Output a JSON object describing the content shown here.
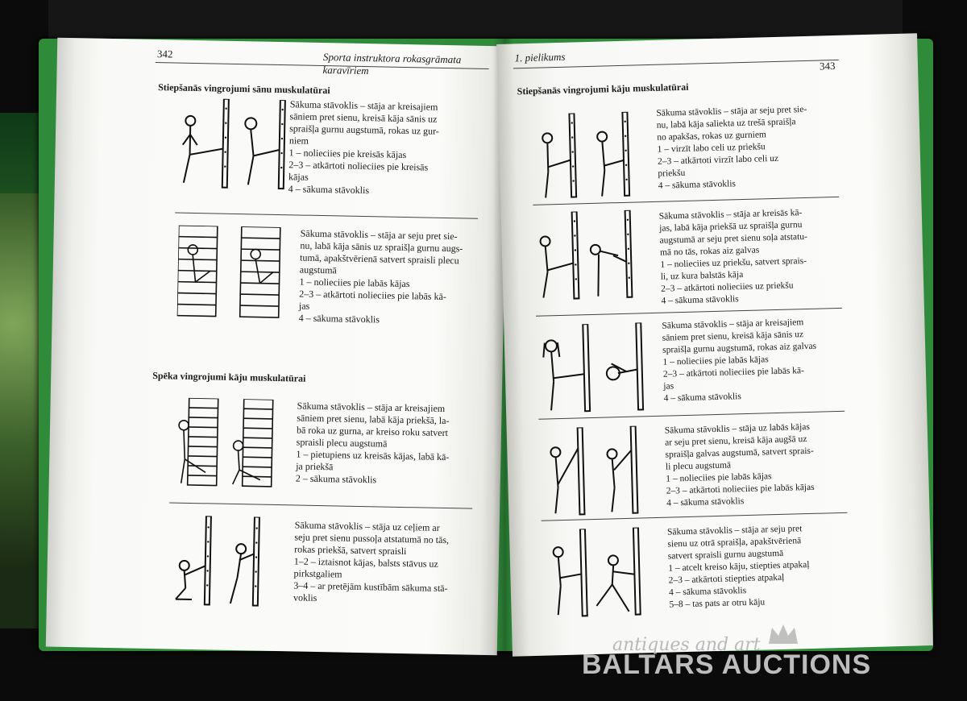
{
  "left_page": {
    "page_number": "342",
    "running_head": "Sporta instruktora rokasgrāmata karavīriem",
    "section1_heading": "Stiepšanās vingrojumi sānu muskulatūrai",
    "section2_heading": "Spēka vingrojumi kāju muskulatūrai",
    "exercises": [
      {
        "text": "Sākuma stāvoklis – stāja ar kreisajiem\nsāniem pret sienu, kreisā kāja sānis uz\nspraišļa gurnu augstumā, rokas uz gur-\nniem\n1 – nolieciies pie kreisās kājas\n2–3 – atkārtoti nolieciies pie kreisās\n        kājas\n4 – sākuma stāvoklis"
      },
      {
        "text": "Sākuma stāvoklis – stāja ar seju pret sie-\nnu, labā kāja sānis uz spraišļa gurnu augs-\ntumā, apakštvērienā satvert spraisli plecu\naugstumā\n1 – nolieciies pie labās kājas\n2–3 – atkārtoti nolieciies pie labās kā-\n        jas\n4 – sākuma stāvoklis"
      },
      {
        "text": "Sākuma stāvoklis – stāja ar kreisajiem\nsāniem pret sienu, labā kāja priekšā, la-\nbā roka uz gurna, ar kreiso roku satvert\nspraisli plecu augstumā\n1 – pietupiens uz kreisās kājas, labā kā-\n        ja priekšā\n2 – sākuma stāvoklis"
      },
      {
        "text": "Sākuma stāvoklis – stāja uz ceļiem ar\nseju pret sienu pussoļa atstatumā no tās,\nrokas priekšā, satvert spraisli\n1–2 – iztaisnot kājas, balsts stāvus uz\n        pirkstgaliem\n3–4 – ar pretējām kustībām sākuma stā-\n        voklis"
      }
    ]
  },
  "right_page": {
    "page_number": "343",
    "running_head": "1. pielikums",
    "section_heading": "Stiepšanās vingrojumi kāju muskulatūrai",
    "exercises": [
      {
        "text": "Sākuma stāvoklis – stāja ar seju pret sie-\nnu, labā kāja saliekta uz trešā spraišļa\nno apakšas, rokas uz gurniem\n1 – virzīt labo celi uz priekšu\n2–3 – atkārtoti virzīt labo celi uz\n        priekšu\n4 – sākuma stāvoklis"
      },
      {
        "text": "Sākuma stāvoklis – stāja ar kreisās kā-\njas, labā kāja priekšā uz spraišļa gurnu\naugstumā ar seju pret sienu soļa atstatu-\nmā no tās, rokas aiz galvas\n1 – nolieciies uz priekšu, satvert sprais-\n        li, uz kura balstās kāja\n2–3 – atkārtoti nolieciies uz priekšu\n4 – sākuma stāvoklis"
      },
      {
        "text": "Sākuma stāvoklis – stāja ar kreisajiem\nsāniem pret sienu, kreisā kāja sānis uz\nspraišļa gurnu augstumā, rokas aiz galvas\n1 – nolieciies pie labās kājas\n2–3 – atkārtoti nolieciies pie labās kā-\n        jas\n4 – sākuma stāvoklis"
      },
      {
        "text": "Sākuma stāvoklis – stāja uz labās kājas\nar seju pret sienu, kreisā kāja augšā uz\nspraišļa galvas augstumā, satvert sprais-\nli plecu augstumā\n1 – nolieciies pie labās kājas\n2–3 – atkārtoti nolieciies pie labās kājas\n4 – sākuma stāvoklis"
      },
      {
        "text": "Sākuma stāvoklis – stāja ar seju pret\nsienu uz otrā spraišļa, apakštvērienā\nsatvert spraisli gurnu augstumā\n1 – atcelt kreiso kāju, stiepties atpakaļ\n2–3 – atkārtoti stiepties atpakaļ\n4 – sākuma stāvoklis\n5–8 – tas pats ar otru kāju"
      }
    ]
  },
  "watermark": {
    "line1": "antiques and art",
    "line2": "BALTARS AUCTIONS"
  }
}
